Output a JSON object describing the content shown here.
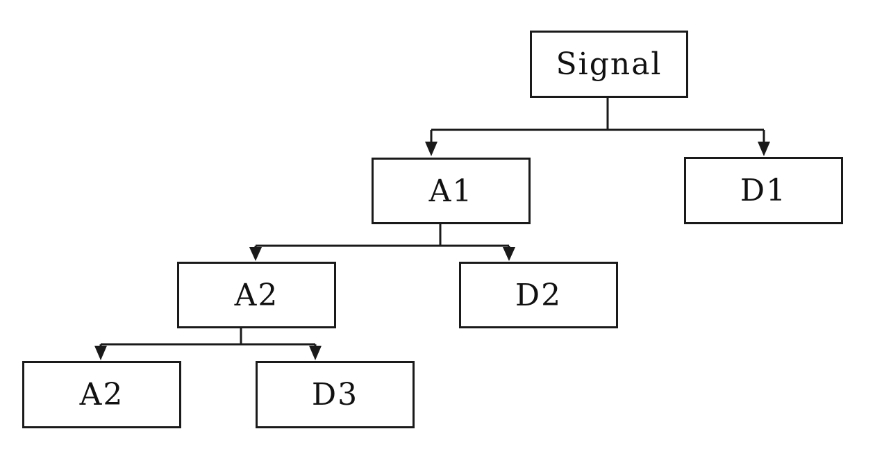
{
  "diagram": {
    "nodes": [
      {
        "id": "signal",
        "label": "Signal"
      },
      {
        "id": "a1",
        "label": "A1"
      },
      {
        "id": "d1",
        "label": "D1"
      },
      {
        "id": "a2a",
        "label": "A2"
      },
      {
        "id": "d2",
        "label": "D2"
      },
      {
        "id": "a2b",
        "label": "A2"
      },
      {
        "id": "d3",
        "label": "D3"
      }
    ],
    "edges": [
      {
        "from": "signal",
        "to": "a1"
      },
      {
        "from": "signal",
        "to": "d1"
      },
      {
        "from": "a1",
        "to": "a2a"
      },
      {
        "from": "a1",
        "to": "d2"
      },
      {
        "from": "a2a",
        "to": "a2b"
      },
      {
        "from": "a2a",
        "to": "d3"
      }
    ],
    "line_color": "#1a1a1a"
  }
}
